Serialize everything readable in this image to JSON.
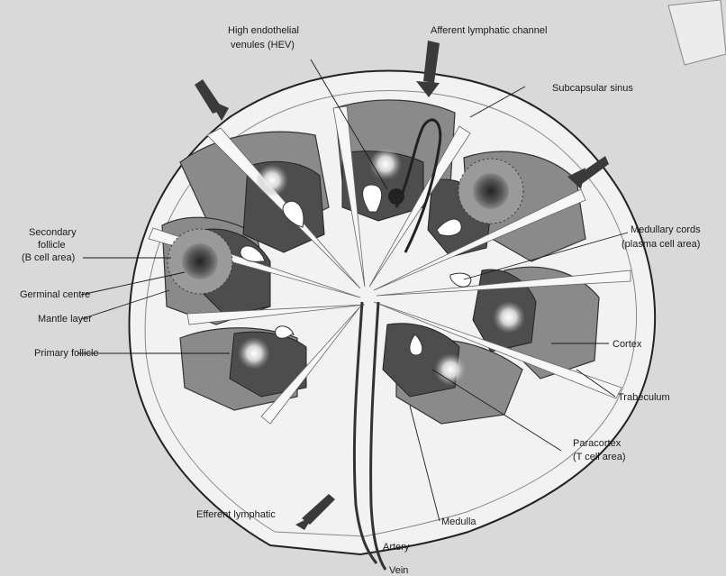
{
  "diagram": {
    "labels": {
      "hev_line1": "High endothelial",
      "hev_line2": "venules (HEV)",
      "afferent": "Afferent lymphatic channel",
      "subcapsular": "Subcapsular sinus",
      "secondary_line1": "Secondary",
      "secondary_line2": "follicle",
      "secondary_line3": "(B cell area)",
      "germinal": "Germinal centre",
      "mantle": "Mantle layer",
      "primary": "Primary follicle",
      "medullary_line1": "Medullary cords",
      "medullary_line2": "(plasma cell area)",
      "cortex": "Cortex",
      "trabeculum": "Trabeculum",
      "paracortex_line1": "Paracortex",
      "paracortex_line2": "(T cell area)",
      "efferent": "Efferent lymphatic",
      "medulla": "Medulla",
      "artery": "Artery",
      "vein": "Vein"
    },
    "colors": {
      "background": "#d9d9d9",
      "capsule": "#f2f2f2",
      "cortex": "#8a8a8a",
      "paracortex": "#4d4d4d",
      "sinus": "#f7f7f7",
      "follicle_glow": "#ffffff",
      "arrow": "#3a3a3a"
    }
  }
}
